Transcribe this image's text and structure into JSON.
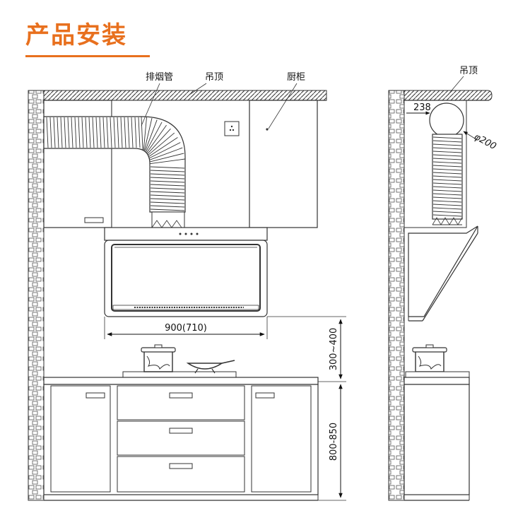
{
  "title": "产品安装",
  "colors": {
    "title": "#e8701e",
    "line": "#222222",
    "bg": "#ffffff"
  },
  "labels": {
    "exhaust_pipe": "排烟管",
    "ceiling_front": "吊顶",
    "cabinet": "厨柜",
    "ceiling_side": "吊顶"
  },
  "dimensions": {
    "hood_width": "900(710)",
    "hood_height": "300~400",
    "counter_height": "800-850",
    "side_depth": "238",
    "duct_diameter": "φ200"
  }
}
